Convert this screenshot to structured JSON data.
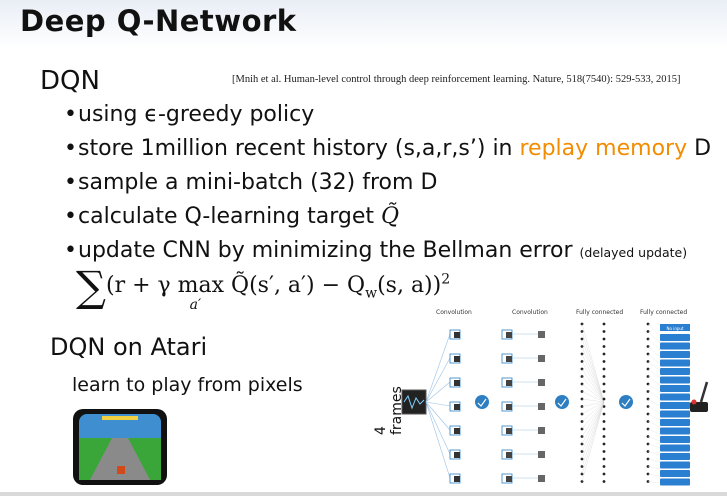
{
  "title": "Deep Q-Network",
  "dqn_heading": "DQN",
  "citation": "[Mnih et al. Human-level control through deep reinforcement learning. Nature, 518(7540): 529-533, 2015]",
  "bullets": [
    {
      "text": "using ϵ-greedy policy"
    },
    {
      "text": "store 1million recent history (s,a,r,s’) in ",
      "highlight": "replay memory",
      "after": " D"
    },
    {
      "text": "sample a mini-batch (32) from D"
    },
    {
      "text": "calculate Q-learning target "
    },
    {
      "text": "update CNN by minimizing the Bellman error ",
      "note": "(delayed update)"
    }
  ],
  "target_symbol": "Q̃",
  "formula": {
    "sum": "∑",
    "expr_start": "(r + γ ",
    "max": "max",
    "max_sub": "a′",
    "expr_end": " Q̃(s′, a′) − Q",
    "q_sub": "w",
    "expr_tail": "(s, a))",
    "power": "2"
  },
  "atari_heading": "DQN on Atari",
  "atari_sub": "learn to play from pixels",
  "network": {
    "frames_label": "4 frames",
    "layer_labels": [
      "Convolution",
      "Convolution",
      "Fully connected",
      "Fully connected"
    ],
    "output_header": "No input"
  },
  "colors": {
    "highlight": "#f28c00",
    "node_blue": "#2d7fc1",
    "output_blue": "#2b7fd0"
  }
}
